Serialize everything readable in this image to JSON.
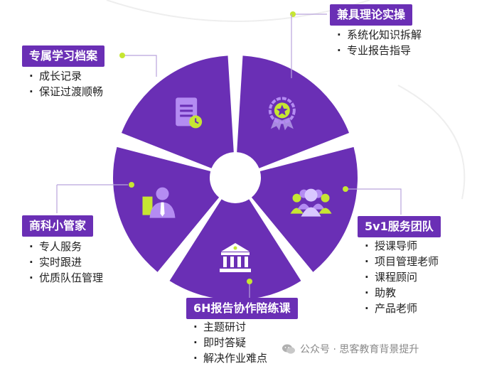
{
  "colors": {
    "purple": "#6a2fb5",
    "purple_dark": "#4b1f86",
    "lime": "#c6e632",
    "line": "#b9a3dc"
  },
  "segments": [
    {
      "id": "top-right",
      "title": "兼具理论实操",
      "items": [
        "系统化知识拆解",
        "专业报告指导"
      ],
      "icon": "award-medal-icon"
    },
    {
      "id": "right",
      "title": "5v1服务团队",
      "items": [
        "授课导师",
        "项目管理老师",
        "课程顾问",
        "助教",
        "产品老师"
      ],
      "icon": "team-group-icon"
    },
    {
      "id": "bottom",
      "title": "6H报告协作陪练课",
      "items": [
        "主题研讨",
        "即时答疑",
        "解决作业难点"
      ],
      "icon": "institution-building-icon"
    },
    {
      "id": "left",
      "title": "商科小管家",
      "items": [
        "专人服务",
        "实时跟进",
        "优质队伍管理"
      ],
      "icon": "manager-person-icon"
    },
    {
      "id": "top-left",
      "title": "专属学习档案",
      "items": [
        "成长记录",
        "保证过渡顺畅"
      ],
      "icon": "document-clock-icon"
    }
  ],
  "watermark": {
    "text": "公众号 · 思客教育背景提升",
    "icon": "wechat-icon"
  }
}
